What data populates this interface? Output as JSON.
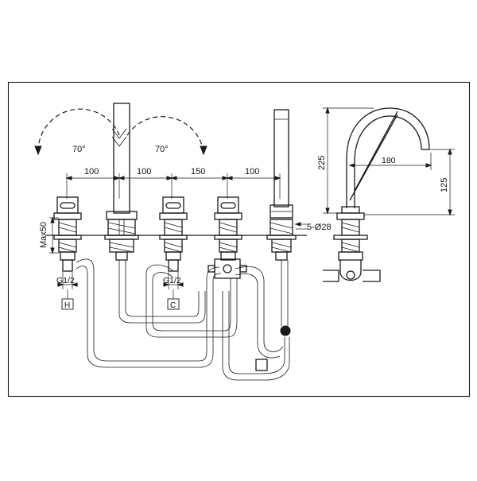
{
  "rotation_labels": {
    "left": "70°",
    "right": "70°"
  },
  "spacing_dimensions": [
    "100",
    "100",
    "150",
    "100"
  ],
  "height_label": "Max50",
  "thread_labels": {
    "hot": "G1/2",
    "cold": "G1/2"
  },
  "inlet_markers": {
    "hot": "H",
    "cold": "C"
  },
  "hole_label": "5-Ø28",
  "spout_dimensions": {
    "height": "225",
    "reach": "180",
    "clearance": "125"
  }
}
